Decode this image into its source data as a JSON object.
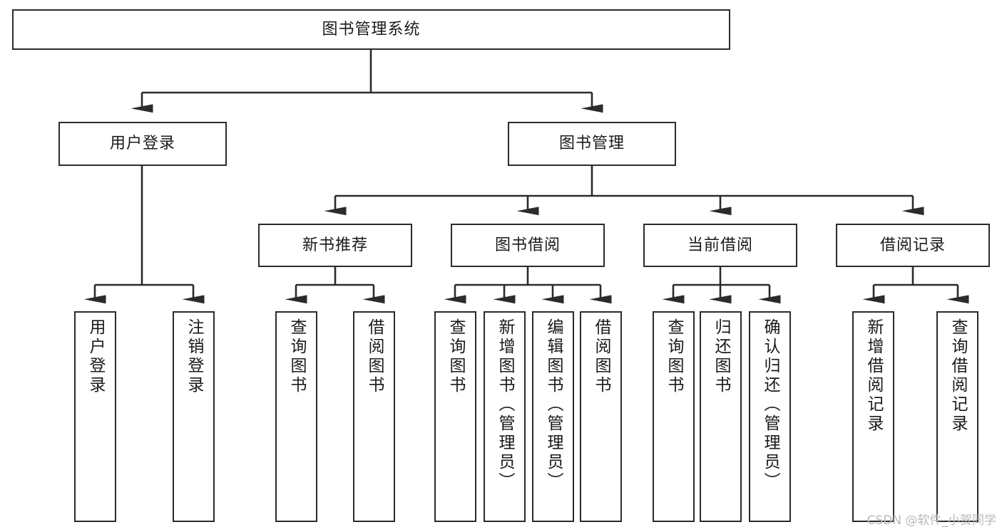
{
  "diagram": {
    "type": "tree-hierarchy-chart",
    "title": "图书管理系统",
    "orientation": "top-down",
    "box_border_color": "#2b2b2b",
    "box_fill_color": "#ffffff",
    "edge_color": "#2b2b2b",
    "background_color": "#ffffff"
  },
  "nodes": {
    "root": {
      "label": "图书管理系统"
    },
    "level1": [
      {
        "label": "用户登录"
      },
      {
        "label": "图书管理"
      }
    ],
    "level2": [
      {
        "label": "新书推荐"
      },
      {
        "label": "图书借阅"
      },
      {
        "label": "当前借阅"
      },
      {
        "label": "借阅记录"
      }
    ],
    "leaves": {
      "user_login": [
        {
          "label": "用户登录"
        },
        {
          "label": "注销登录"
        }
      ],
      "new_book_recommend": [
        {
          "label": "查询图书"
        },
        {
          "label": "借阅图书"
        }
      ],
      "book_borrow": [
        {
          "label": "查询图书"
        },
        {
          "label": "新增图书（管理员）"
        },
        {
          "label": "编辑图书（管理员）"
        },
        {
          "label": "借阅图书"
        }
      ],
      "current_borrow": [
        {
          "label": "查询图书"
        },
        {
          "label": "归还图书"
        },
        {
          "label": "确认归还（管理员）"
        }
      ],
      "borrow_record": [
        {
          "label": "新增借阅记录"
        },
        {
          "label": "查询借阅记录"
        }
      ]
    }
  },
  "watermark": {
    "text": "CSDN @软件_小贺同学"
  }
}
